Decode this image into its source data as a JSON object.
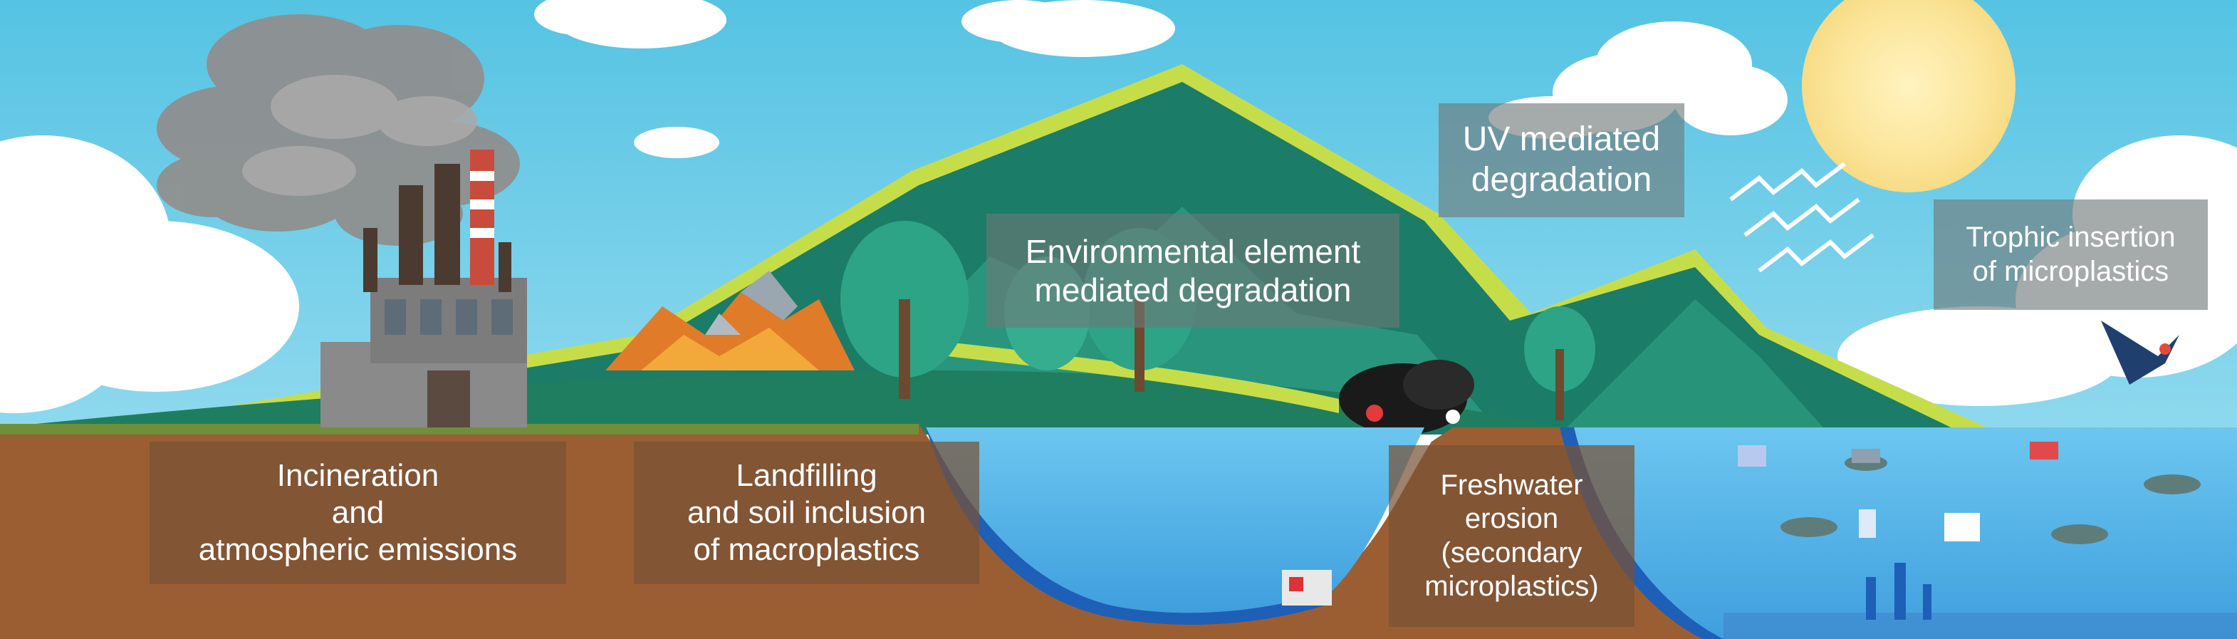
{
  "labels": {
    "incineration": "Incineration\nand\natmospheric emissions",
    "landfilling": "Landfilling\nand soil inclusion\nof macroplastics",
    "environmental": "Environmental element\nmediated degradation",
    "uv": "UV mediated\ndegradation",
    "freshwater": "Freshwater\nerosion\n(secondary\nmicroplastics)",
    "trophic": "Trophic insertion\nof microplastics"
  },
  "colors": {
    "sky": "#5ec8e6",
    "mountain_dark": "#1a7a66",
    "mountain_light": "#2f9c80",
    "mountain_rim": "#c6dd4a",
    "ground": "#9c5f34",
    "water": "#4fb2e6",
    "water_deep": "#1e5fb8",
    "sun": "#fbe8a0"
  }
}
